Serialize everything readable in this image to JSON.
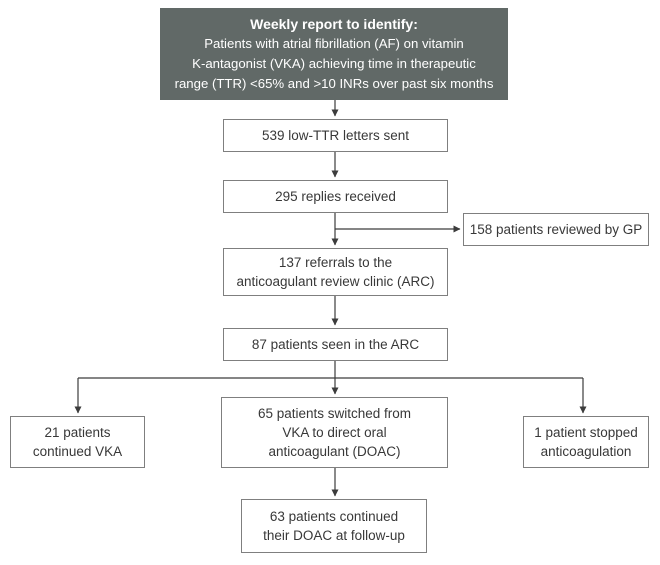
{
  "colors": {
    "header_bg": "#616967",
    "header_text": "#ffffff",
    "box_border": "#7f7f7f",
    "box_text": "#383838",
    "line": "#3c3c3c",
    "background": "#ffffff"
  },
  "flowchart": {
    "header": {
      "title": "Weekly report to identify:",
      "body": "Patients with atrial fibrillation (AF) on vitamin\nK-antagonist (VKA) achieving time in therapeutic\nrange (TTR) <65% and >10 INRs over past six months"
    },
    "nodes": {
      "letters": {
        "text": "539 low-TTR letters sent"
      },
      "replies": {
        "text": "295 replies received"
      },
      "gp": {
        "text": "158 patients reviewed by GP"
      },
      "referrals": {
        "text": "137 referrals to the\nanticoagulant review clinic (ARC)"
      },
      "seen": {
        "text": "87 patients seen in the ARC"
      },
      "vka": {
        "text": "21 patients\ncontinued VKA"
      },
      "doac": {
        "text": "65 patients switched from\nVKA to  direct oral\nanticoagulant (DOAC)"
      },
      "stopped": {
        "text": "1 patient stopped\nanticoagulation"
      },
      "followup": {
        "text": "63 patients continued\ntheir DOAC at follow-up"
      }
    }
  }
}
